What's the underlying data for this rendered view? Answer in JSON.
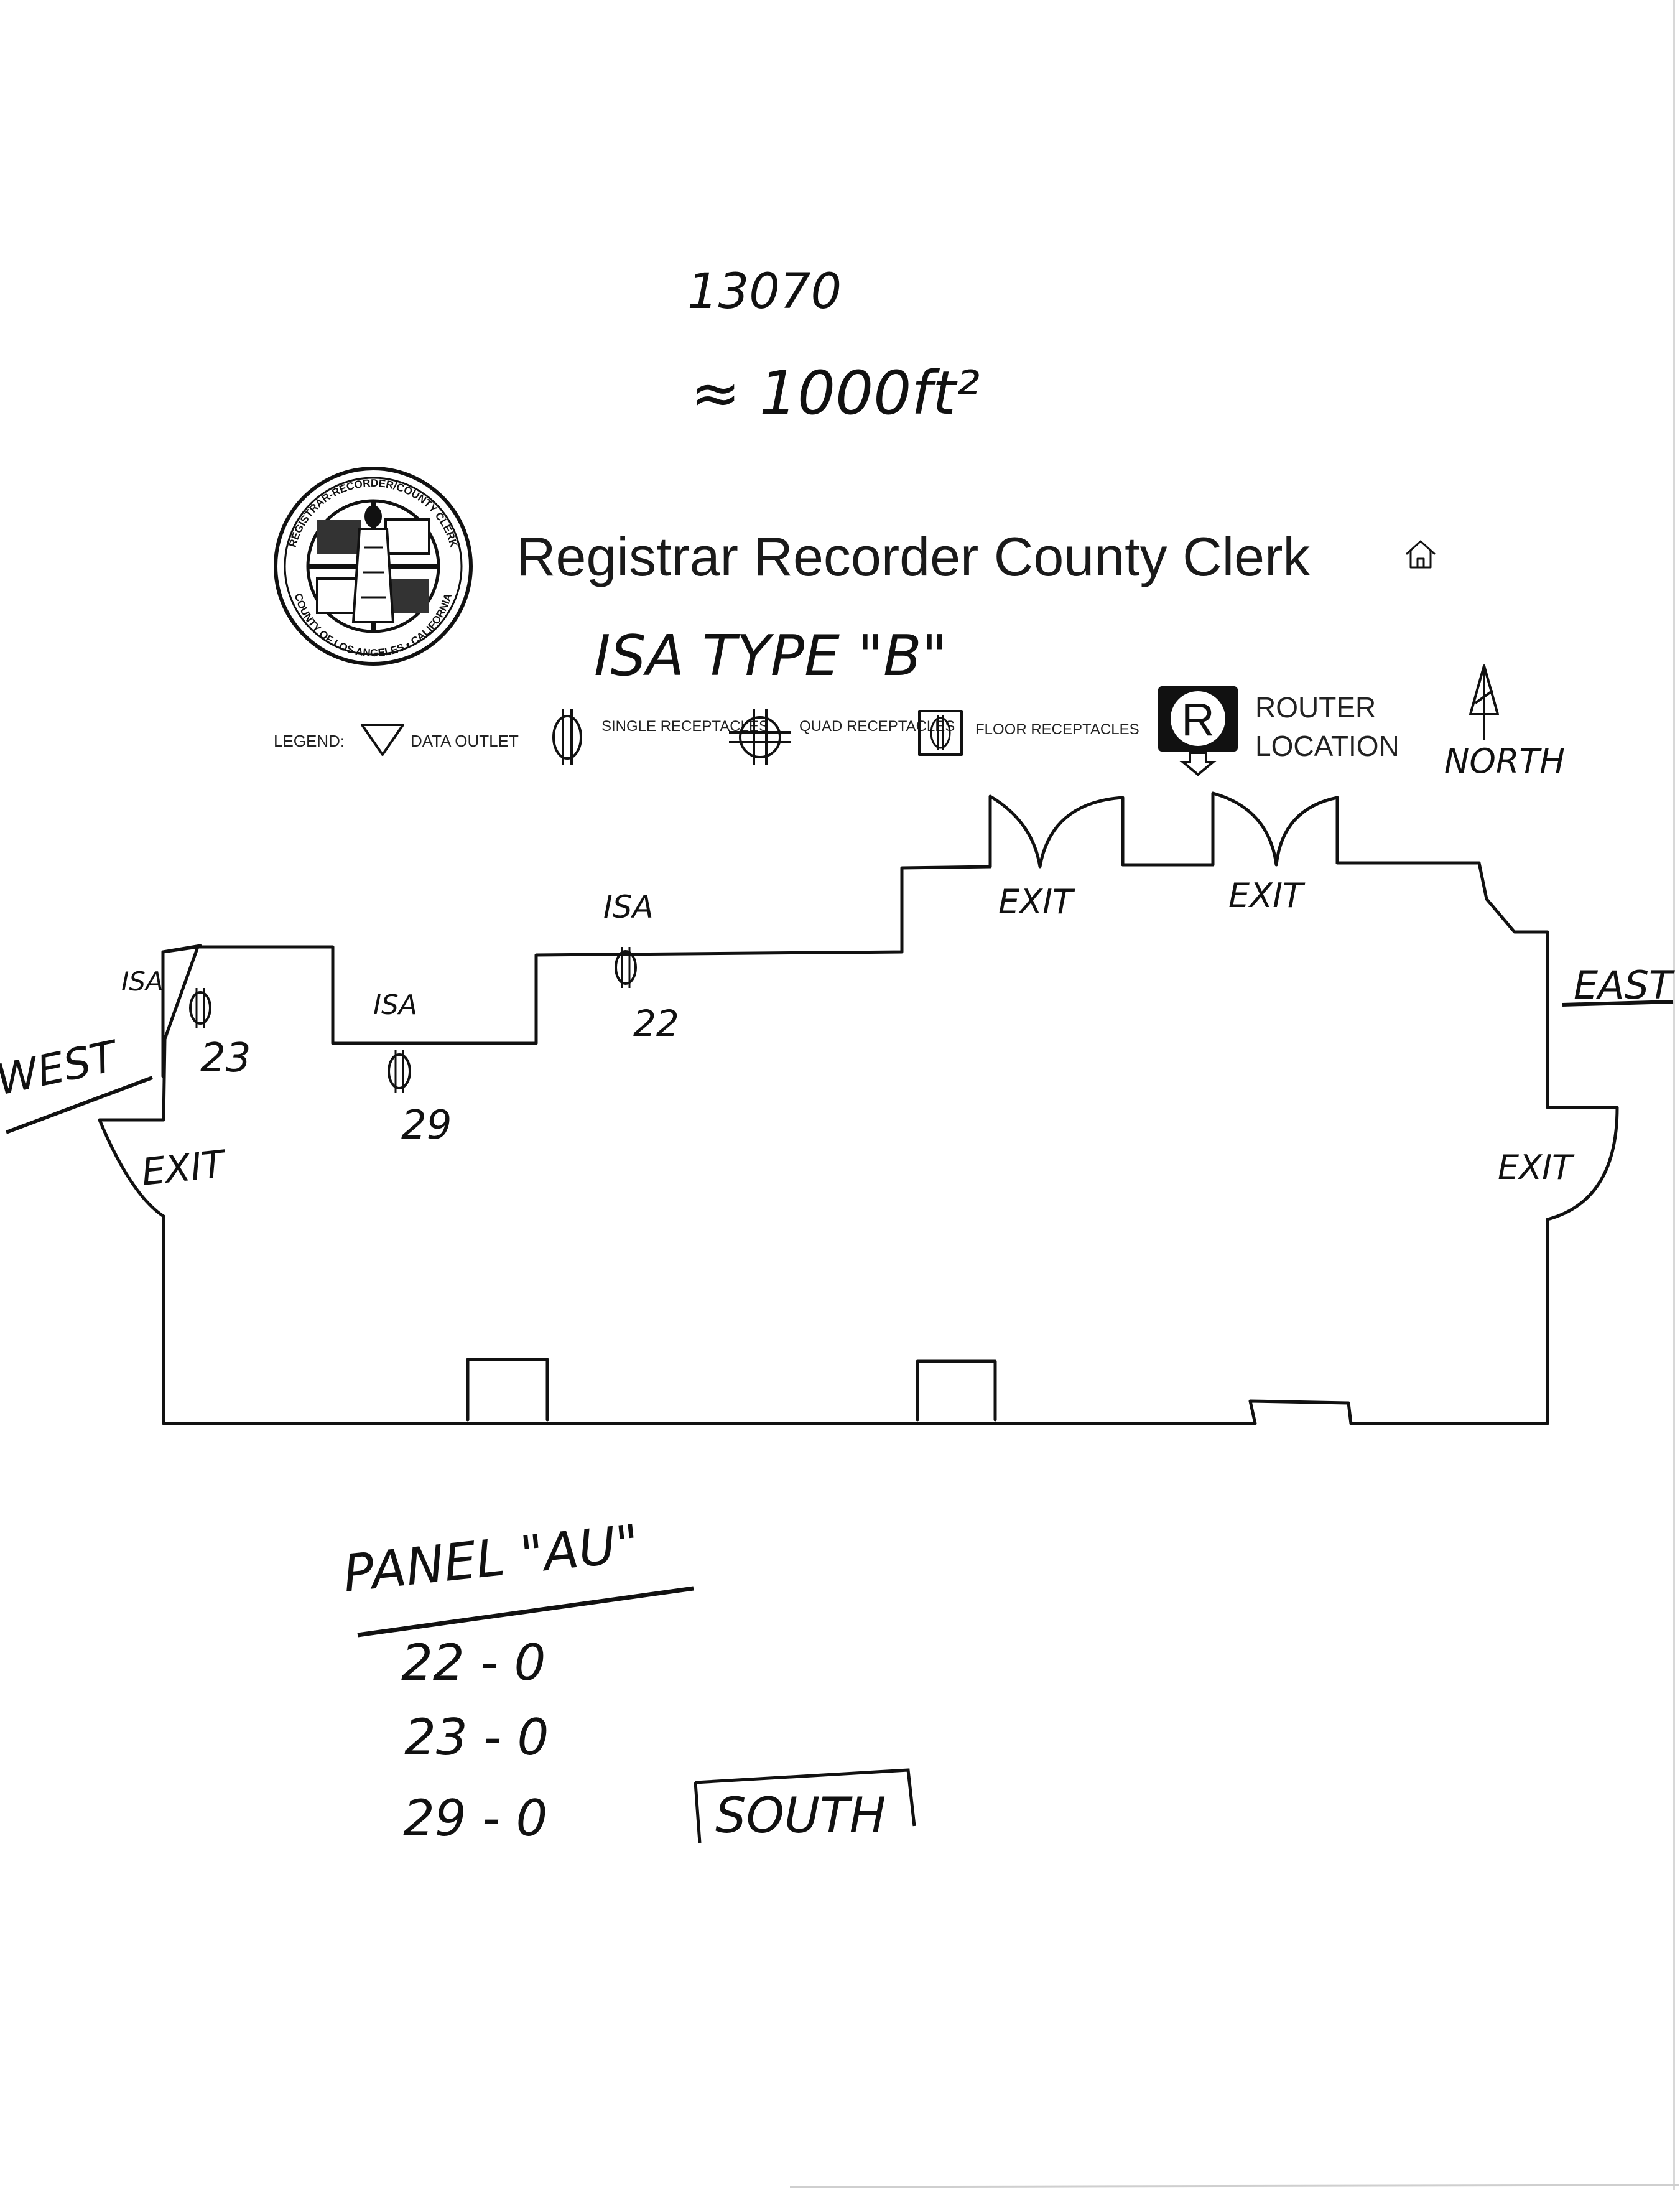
{
  "header": {
    "title": "Registrar Recorder County Clerk",
    "seal_outer_text": "REGISTRAR-RECORDER/COUNTY CLERK",
    "seal_inner_text": "COUNTY OF LOS ANGELES • CALIFORNIA"
  },
  "annotations": {
    "site_number": "13070",
    "area": "≈ 1000ft²",
    "isa_type": "ISA TYPE \"B\""
  },
  "legend": {
    "label": "LEGEND:",
    "items": [
      {
        "icon": "data-outlet-icon",
        "label": "DATA OUTLET"
      },
      {
        "icon": "single-receptacle-icon",
        "label": "SINGLE RECEPTACLES"
      },
      {
        "icon": "quad-receptacle-icon",
        "label": "QUAD RECEPTACLES"
      },
      {
        "icon": "floor-receptacle-icon",
        "label": "FLOOR RECEPTACLES"
      },
      {
        "icon": "router-icon",
        "label": "ROUTER LOCATION"
      }
    ],
    "router_letter": "R",
    "router_line1": "ROUTER",
    "router_line2": "LOCATION",
    "north_label": "NORTH"
  },
  "floor_plan": {
    "compass": {
      "west": "WEST",
      "east": "EAST",
      "south": "SOUTH"
    },
    "exits": [
      "EXIT",
      "EXIT",
      "EXIT",
      "EXIT"
    ],
    "receptacles": [
      {
        "label": "ISA",
        "circuit": "23"
      },
      {
        "label": "ISA",
        "circuit": "29"
      },
      {
        "label": "ISA",
        "circuit": "22"
      }
    ]
  },
  "panel": {
    "title": "PANEL \"AU\"",
    "circuits": [
      "22 - 0",
      "23 - 0",
      "29 - 0"
    ]
  }
}
